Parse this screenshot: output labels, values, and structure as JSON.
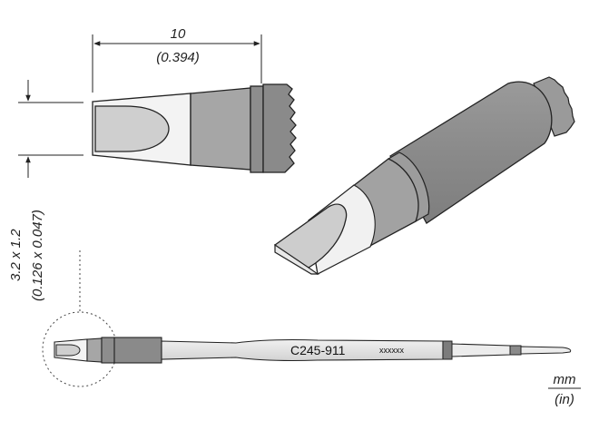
{
  "dimensions": {
    "length_mm": "10",
    "length_in": "(0.394)",
    "tip_mm": "3.2 x 1.2",
    "tip_in": "(0.126 x 0.047)"
  },
  "cartridge": {
    "part_number": "C245-911",
    "serial_placeholder": "xxxxxx"
  },
  "units": {
    "primary": "mm",
    "secondary": "(in)"
  },
  "colors": {
    "outline": "#222222",
    "body_dark": "#8c8c8c",
    "body_mid": "#a8a8a8",
    "body_light": "#d8d8d8",
    "tip_white": "#f4f4f4"
  }
}
